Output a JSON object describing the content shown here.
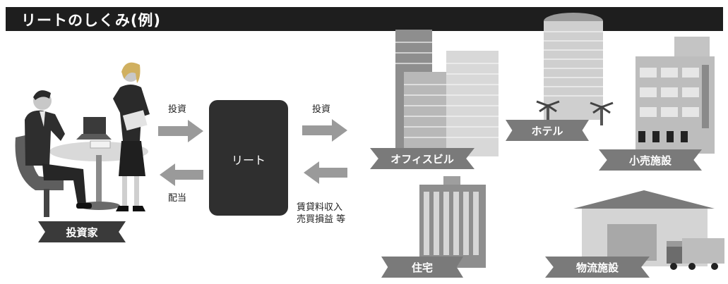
{
  "title": "リートのしくみ(例)",
  "investor": {
    "label": "投資家"
  },
  "reit": {
    "label": "リート"
  },
  "flows": {
    "invest_in": "投資",
    "dividend": "配当",
    "invest_out": "投資",
    "income_line1": "賃貸料収入",
    "income_line2": "売買損益 等"
  },
  "properties": {
    "office": "オフィスビル",
    "hotel": "ホテル",
    "retail": "小売施設",
    "residential": "住宅",
    "logistics": "物流施設"
  },
  "colors": {
    "header": "#1e1e1e",
    "reit_box": "#2f2f2f",
    "arrow": "#9a9a9a",
    "ribbon": "#7a7a7a"
  }
}
